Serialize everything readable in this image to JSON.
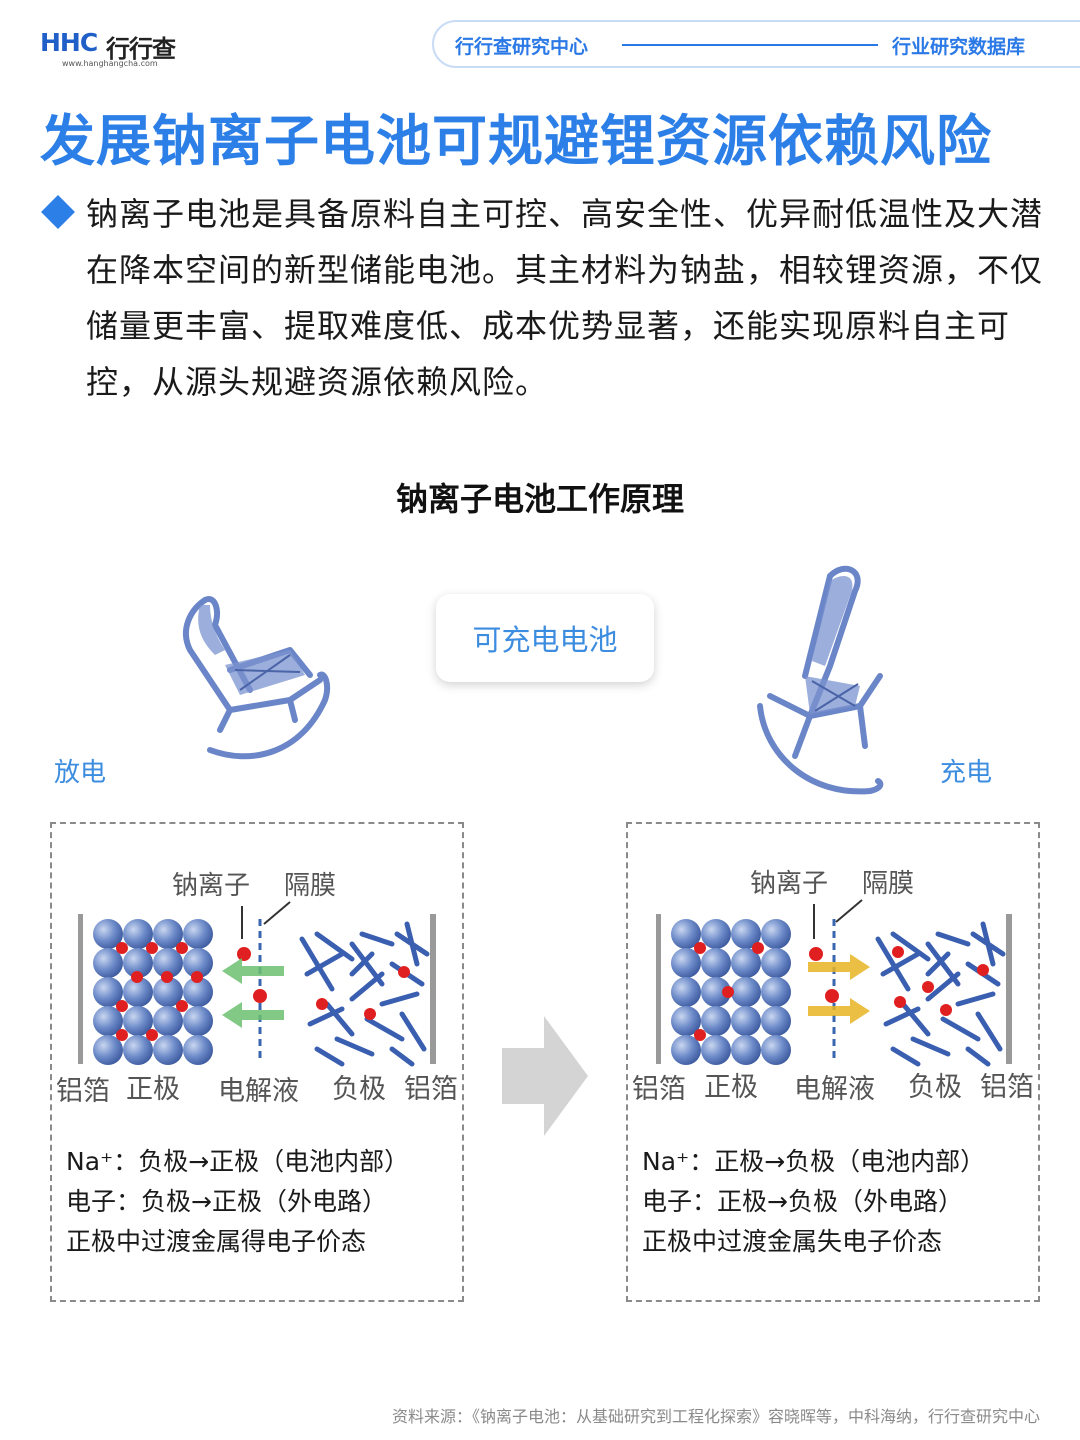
{
  "header": {
    "logo_mark": "HHC",
    "logo_cn": "行行查",
    "logo_url": "www.hanghangcha.com",
    "left_text": "行行查研究中心",
    "right_text": "行业研究数据库"
  },
  "title": "发展钠离子电池可规避锂资源依赖风险",
  "intro": "钠离子电池是具备原料自主可控、高安全性、优异耐低温性及大潜在降本空间的新型储能电池。其主材料为钠盐，相较锂资源，不仅储量更丰富、提取难度低、成本优势显著，还能实现原料自主可控，从源头规避资源依赖风险。",
  "diagram": {
    "title": "钠离子电池工作原理",
    "center_label": "可充电电池",
    "discharge": {
      "label": "放电",
      "labels": {
        "ion": "钠离子",
        "separator": "隔膜",
        "al_left": "铝箔",
        "positive": "正极",
        "electrolyte": "电解液",
        "negative": "负极",
        "al_right": "铝箔"
      },
      "notes": [
        "Na⁺：负极→正极（电池内部）",
        "电子：负极→正极（外电路）",
        "正极中过渡金属得电子价态"
      ]
    },
    "charge": {
      "label": "充电",
      "labels": {
        "ion": "钠离子",
        "separator": "隔膜",
        "al_left": "铝箔",
        "positive": "正极",
        "electrolyte": "电解液",
        "negative": "负极",
        "al_right": "铝箔"
      },
      "notes": [
        "Na⁺：正极→负极（电池内部）",
        "电子：正极→负极（外电路）",
        "正极中过渡金属失电子价态"
      ]
    }
  },
  "source": "资料来源：《钠离子电池：从基础研究到工程化探索》容晓晖等，中科海纳，行行查研究中心",
  "colors": {
    "brand_blue": "#2d7fe8",
    "ion_red": "#e02020",
    "arrow_green": "#5cb85c",
    "arrow_yellow": "#e6b422",
    "sphere_blue": "#4a6fb5",
    "chair_blue": "#6b86c8"
  },
  "icons": {
    "discharge_chair": "rocking-chair-icon",
    "charge_chair": "rocking-chair-icon",
    "transition": "right-arrow-icon"
  }
}
